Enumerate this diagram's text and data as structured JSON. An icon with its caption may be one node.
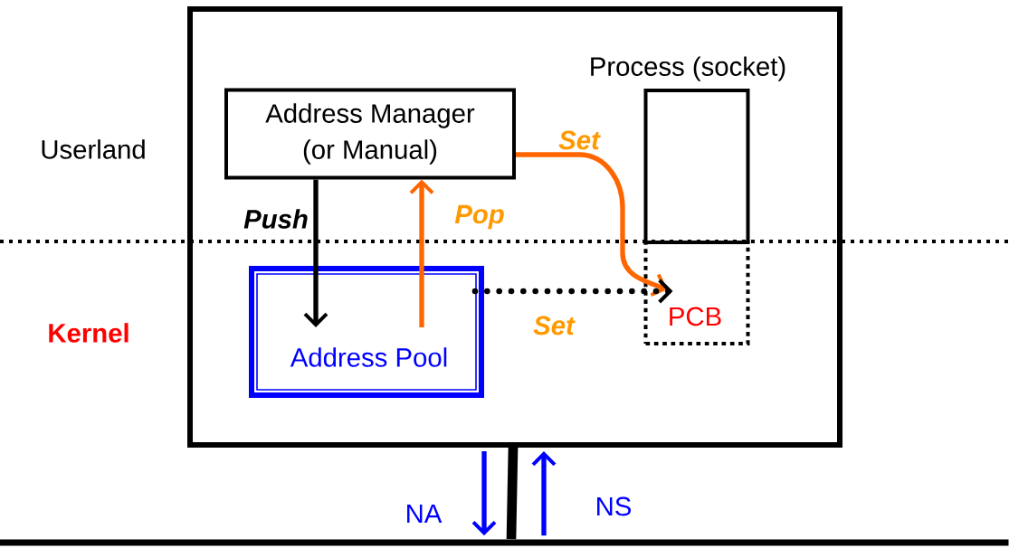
{
  "diagram": {
    "nodes": [
      {
        "text": [],
        "shape": "box"
      },
      {
        "text": [
          "Address Manager (or Manual)"
        ],
        "in": 0
      },
      {
        "text": [
          "Process (socket)"
        ],
        "in": 0
      },
      {
        "text": [
          "PCB"
        ],
        "in": 0
      },
      {
        "text": [
          "Address Pool"
        ],
        "in": 0
      },
      {
        "text": [],
        "shape": "bar"
      }
    ],
    "edges": [
      {
        "from": 1,
        "to": 4,
        "arrow": "to",
        "label": "Push"
      },
      {
        "from": 4,
        "to": 1,
        "arrow": "to",
        "label": "Pop",
        "color": "#ff6600"
      },
      {
        "from": 1,
        "to": 3,
        "arrow": "to",
        "label": "Set",
        "color": "#ff6600"
      },
      {
        "from": 4,
        "to": 3,
        "arrow": "to",
        "label": "Set",
        "style": "dashed"
      },
      {
        "from": 0,
        "to": 5,
        "arrow": "none",
        "style": "thick"
      },
      {
        "from": 0,
        "to": 5,
        "arrow": "to",
        "label": "NA",
        "color": "#0000ff"
      },
      {
        "from": 5,
        "to": 0,
        "arrow": "to",
        "label": "NS",
        "color": "#0000ff"
      }
    ],
    "labels": [
      "Userland",
      "Kernel"
    ]
  }
}
